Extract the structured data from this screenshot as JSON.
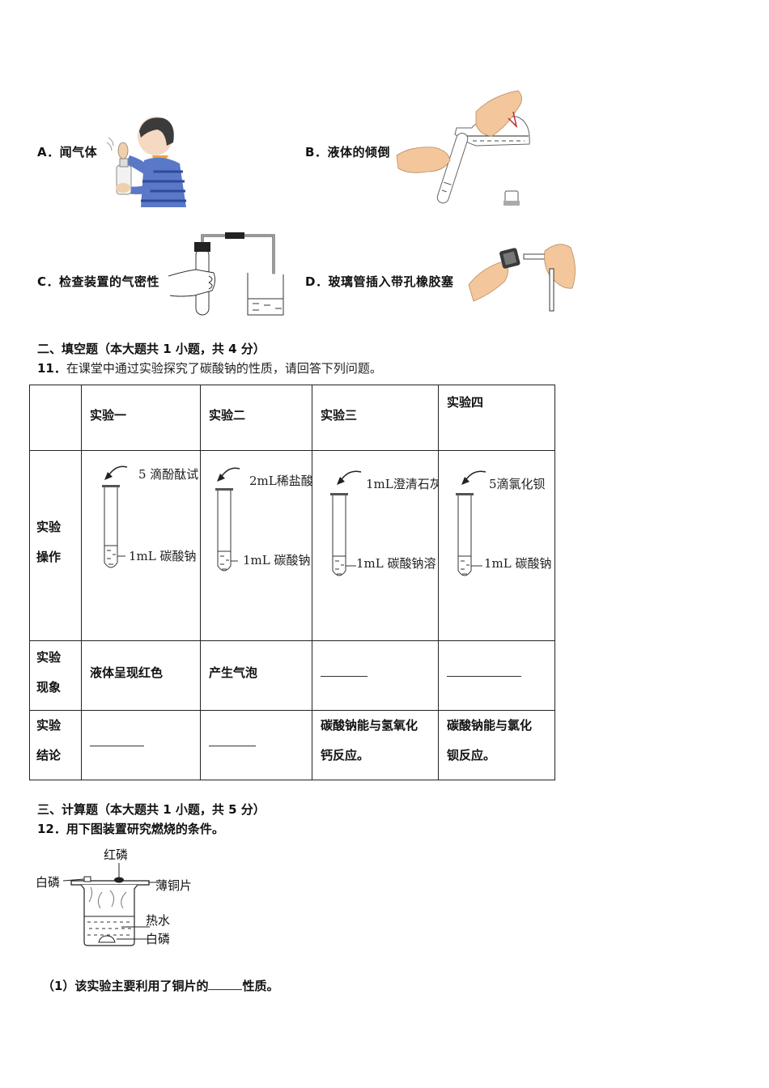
{
  "options": [
    {
      "letter": "A．",
      "label": "闻气体",
      "image": "boy-smelling-gas-illustration"
    },
    {
      "letter": "B．",
      "label": "液体的倾倒",
      "image": "pouring-liquid-into-test-tube-illustration"
    },
    {
      "letter": "C．",
      "label": "检查装置的气密性",
      "image": "airtightness-check-apparatus-illustration"
    },
    {
      "letter": "D．",
      "label": "玻璃管插入带孔橡胶塞",
      "image": "inserting-glass-tube-into-rubber-stopper-illustration"
    }
  ],
  "section2": {
    "title": "二、填空题（本大题共 1 小题，共 4 分）",
    "question_number": "11．",
    "question_text": "在课堂中通过实验探究了碳酸钠的性质，请回答下列问题。"
  },
  "table": {
    "headers": [
      "",
      "实验一",
      "实验二",
      "实验三",
      "实验四"
    ],
    "row_labels": {
      "operation": [
        "实验",
        "操作"
      ],
      "phenomenon": [
        "实验",
        "现象"
      ],
      "conclusion": [
        "实验",
        "结论"
      ]
    },
    "operations": [
      {
        "reagent": "5 滴酚酞试",
        "tube_content": "1mL 碳酸钠"
      },
      {
        "reagent": "2mL稀盐酸",
        "tube_content": "1mL 碳酸钠"
      },
      {
        "reagent": "1mL澄清石灰",
        "tube_content": "1mL 碳酸钠溶"
      },
      {
        "reagent": "5滴氯化钡",
        "tube_content": "1mL 碳酸钠"
      }
    ],
    "phenomena": [
      "液体呈现红色",
      "产生气泡",
      "________",
      "____________"
    ],
    "conclusions": [
      "________",
      "________",
      [
        "碳酸钠能与氢氧化",
        "钙反应。"
      ],
      [
        "碳酸钠能与氯化",
        "钡反应。"
      ]
    ]
  },
  "section3": {
    "title": "三、计算题（本大题共 1 小题，共 5 分）",
    "question_number": "12．",
    "question_text": "用下图装置研究燃烧的条件。",
    "diagram_labels": {
      "red_phosphorus": "红磷",
      "white_phosphorus_top": "白磷",
      "copper_sheet": "薄铜片",
      "hot_water": "热水",
      "white_phosphorus_bottom": "白磷"
    },
    "sub_question": {
      "prefix": "（1）该实验主要利用了铜片的",
      "blank": "______",
      "suffix": "性质。"
    }
  }
}
